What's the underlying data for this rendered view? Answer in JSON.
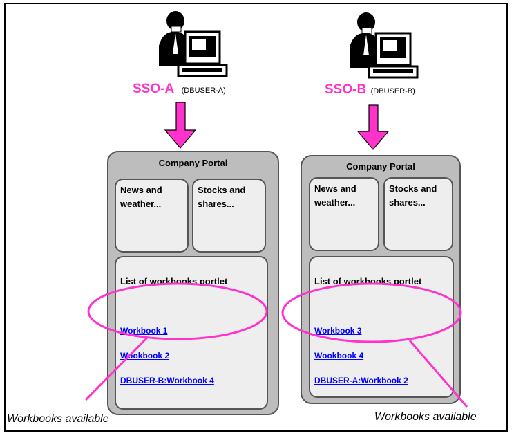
{
  "users": [
    {
      "sso": "SSO-A",
      "dbuser": "(DBUSER-A)"
    },
    {
      "sso": "SSO-B",
      "dbuser": "(DBUSER-B)"
    }
  ],
  "portals": [
    {
      "title": "Company Portal",
      "news": "News and\nweather...",
      "stocks": "Stocks and\nshares...",
      "workbooks_title": "List of workbooks portlet",
      "workbooks": [
        "Workbook 1",
        "Wookbook 2",
        "DBUSER-B:Workbook 4"
      ]
    },
    {
      "title": "Company Portal",
      "news": "News and\nweather...",
      "stocks": "Stocks and\nshares...",
      "workbooks_title": "List of workbooks portlet",
      "workbooks": [
        "Workbook 3",
        "Wookbook 4",
        "DBUSER-A:Workbook 2"
      ]
    }
  ],
  "captions": [
    "Workbooks available",
    "Workbooks available"
  ],
  "colors": {
    "magenta": "#ff33cc",
    "link": "#0000ff",
    "portal_bg": "#bdbdbd",
    "panel_bg": "#eeeeee"
  },
  "icons": [
    "user-at-computer-icon",
    "user-at-computer-icon"
  ]
}
